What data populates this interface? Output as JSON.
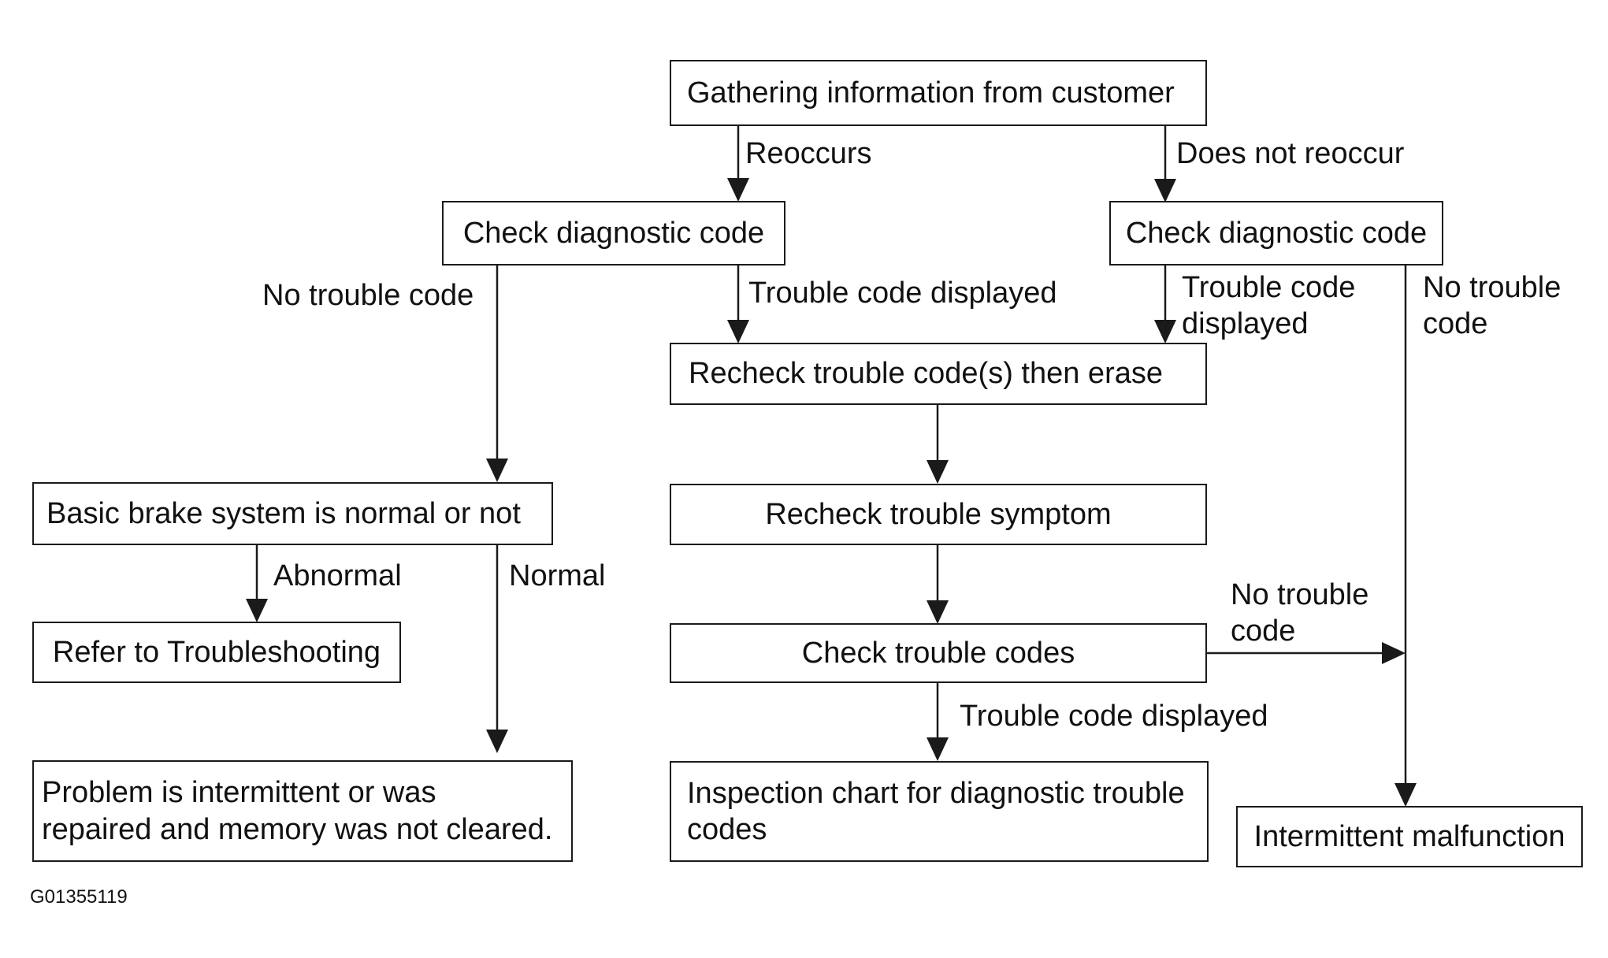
{
  "nodes": {
    "gathering": "Gathering information from customer",
    "check_code_left": "Check diagnostic code",
    "check_code_right": "Check diagnostic code",
    "recheck_erase": "Recheck trouble code(s) then erase",
    "basic_brake": "Basic brake system is normal or not",
    "recheck_symptom": "Recheck trouble symptom",
    "refer_troubleshooting": "Refer to  Troubleshooting",
    "check_trouble_codes": "Check trouble codes",
    "problem_intermittent": "Problem is intermittent or was\nrepaired and memory was not cleared.",
    "inspection_chart": "Inspection chart for diagnostic trouble\ncodes",
    "intermittent_malfunction": "Intermittent malfunction"
  },
  "edge_labels": {
    "reoccurs": "Reoccurs",
    "does_not_reoccur": "Does not reoccur",
    "no_trouble_code_left": "No trouble code",
    "trouble_code_displayed_mid": "Trouble code displayed",
    "trouble_code_displayed_right": "Trouble code\ndisplayed",
    "no_trouble_code_right": "No trouble\ncode",
    "abnormal": "Abnormal",
    "normal": "Normal",
    "no_trouble_code_bottom": "No trouble\ncode",
    "trouble_code_displayed_bottom": "Trouble code displayed"
  },
  "figure_id": "G01355119"
}
